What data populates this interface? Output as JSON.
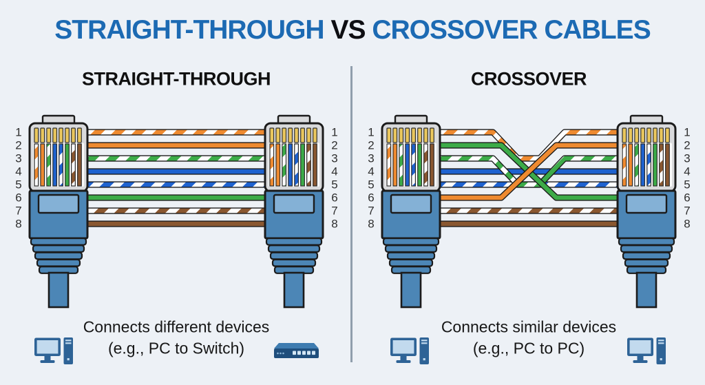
{
  "title": {
    "part1": "STRAIGHT-THROUGH",
    "vs": "VS",
    "part2": "CROSSOVER CABLES"
  },
  "colors": {
    "background": "#EDF1F6",
    "title_blue": "#1C6AB3",
    "title_dark": "#0E0E12",
    "divider": "#909EAB",
    "outline": "#1B1B1B",
    "connector_body": "#D9DADC",
    "pin_gold": "#EAC75D",
    "strip_backing": "#FAFAFA",
    "boot_blue": "#4C86B6",
    "boot_window": "#84B1D6",
    "pc_dark": "#2E6396",
    "pc_screen": "#C2DAEE",
    "switch_top": "#3E7CB0",
    "switch_front": "#1F4E7C",
    "switch_port": "#D3E6F4"
  },
  "wire_colors": {
    "orange-white": {
      "base": "#FFFFFF",
      "stripe": "#EE8A30"
    },
    "orange": {
      "solid": "#EE8A30"
    },
    "green-white": {
      "base": "#FFFFFF",
      "stripe": "#3CAB48"
    },
    "green": {
      "solid": "#3CAB48"
    },
    "blue-white": {
      "base": "#FFFFFF",
      "stripe": "#1E62CF"
    },
    "blue": {
      "solid": "#1E62CF"
    },
    "brown-white": {
      "base": "#FFFFFF",
      "stripe": "#8A5730"
    },
    "brown": {
      "solid": "#8A5730"
    }
  },
  "panels": [
    {
      "id": "straight-through",
      "title": "STRAIGHT-THROUGH",
      "pin_numbers": [
        1,
        2,
        3,
        4,
        5,
        6,
        7,
        8
      ],
      "connector_pinout": [
        "orange-white",
        "orange",
        "green-white",
        "blue",
        "blue-white",
        "green",
        "brown-white",
        "brown"
      ],
      "wires": [
        {
          "color": "orange-white",
          "from_pin": 1,
          "to_pin": 1
        },
        {
          "color": "orange",
          "from_pin": 2,
          "to_pin": 2
        },
        {
          "color": "green-white",
          "from_pin": 3,
          "to_pin": 3
        },
        {
          "color": "blue",
          "from_pin": 4,
          "to_pin": 4
        },
        {
          "color": "blue-white",
          "from_pin": 5,
          "to_pin": 5
        },
        {
          "color": "green",
          "from_pin": 6,
          "to_pin": 6
        },
        {
          "color": "brown-white",
          "from_pin": 7,
          "to_pin": 7
        },
        {
          "color": "brown",
          "from_pin": 8,
          "to_pin": 8
        }
      ],
      "caption": {
        "line1": "Connects different devices",
        "line2": "(e.g., PC to Switch)"
      },
      "devices": [
        "pc",
        "switch"
      ]
    },
    {
      "id": "crossover",
      "title": "CROSSOVER",
      "pin_numbers": [
        1,
        2,
        3,
        4,
        5,
        6,
        7,
        8
      ],
      "connector_pinout": [
        "orange-white",
        "orange",
        "green-white",
        "blue",
        "blue-white",
        "green",
        "brown-white",
        "brown"
      ],
      "wires": [
        {
          "color": "blue",
          "from_pin": 4,
          "to_pin": 4
        },
        {
          "color": "blue-white",
          "from_pin": 5,
          "to_pin": 5
        },
        {
          "color": "brown-white",
          "from_pin": 7,
          "to_pin": 7
        },
        {
          "color": "brown",
          "from_pin": 8,
          "to_pin": 8
        },
        {
          "color": "orange-white",
          "from_pin": 1,
          "to_pin": 1,
          "weave": 2
        },
        {
          "color": "green-white",
          "from_pin": 3,
          "to_pin": 3,
          "weave": 2
        },
        {
          "color": "green",
          "from_pin": 2,
          "to_pin": 6
        },
        {
          "color": "orange",
          "from_pin": 6,
          "to_pin": 2
        }
      ],
      "caption": {
        "line1": "Connects similar devices",
        "line2": "(e.g., PC to PC)"
      },
      "devices": [
        "pc",
        "pc"
      ]
    }
  ]
}
